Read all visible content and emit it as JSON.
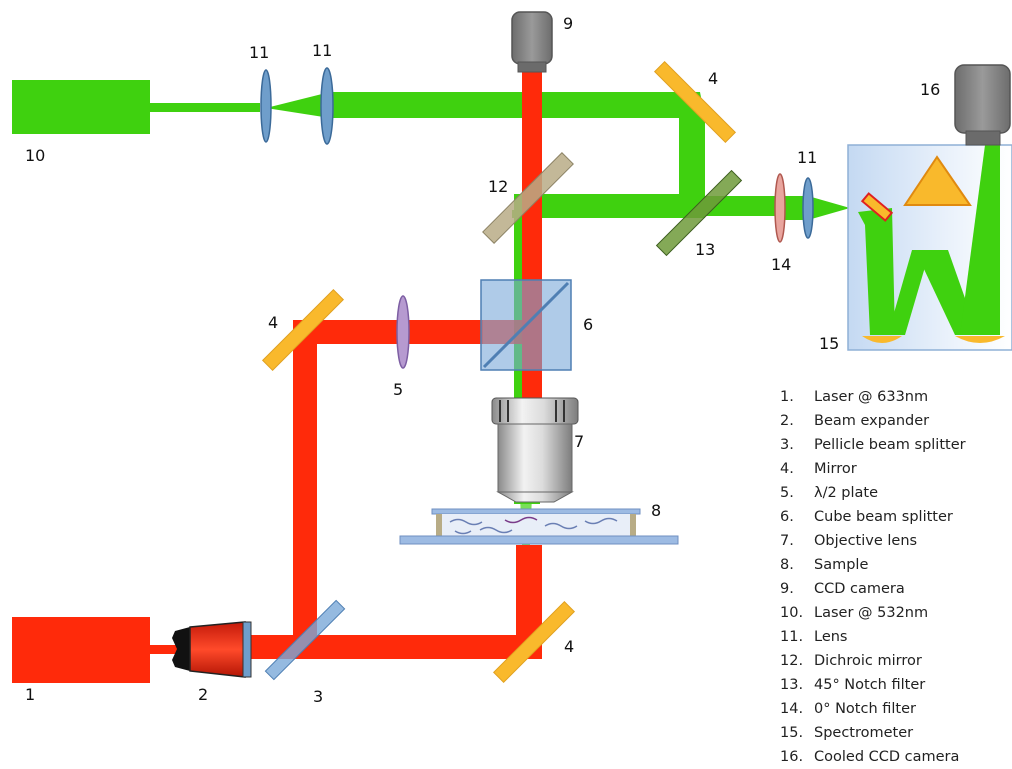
{
  "diagram": {
    "component_numbers": {
      "laser_633": "1",
      "beam_expander": "2",
      "pellicle_beam_splitter": "3",
      "mirror_upper_left": "4",
      "mirror_top_right": "4",
      "mirror_bottom_right": "4",
      "half_wave_plate": "5",
      "cube_beam_splitter": "6",
      "objective_lens": "7",
      "sample": "8",
      "ccd_camera": "9",
      "laser_532": "10",
      "lens_a": "11",
      "lens_b": "11",
      "lens_c": "11",
      "dichroic_mirror": "12",
      "notch_45": "13",
      "notch_0": "14",
      "spectrometer": "15",
      "cooled_ccd": "16"
    },
    "colors": {
      "red_beam": "#ff2a0a",
      "green_beam": "#3fd10f",
      "mirror": "#f9b92c",
      "camera": "#808080",
      "lens": "#6f9ecb",
      "cube": "#7aa9d8",
      "spectrometer_bg": "#dce9f8"
    }
  },
  "legend": [
    {
      "num": "1.",
      "text": "Laser @ 633nm"
    },
    {
      "num": "2.",
      "text": "Beam expander"
    },
    {
      "num": "3.",
      "text": "Pellicle beam splitter"
    },
    {
      "num": "4.",
      "text": "Mirror"
    },
    {
      "num": "5.",
      "text": "λ/2 plate"
    },
    {
      "num": "6.",
      "text": "Cube beam splitter"
    },
    {
      "num": "7.",
      "text": "Objective lens"
    },
    {
      "num": "8.",
      "text": "Sample"
    },
    {
      "num": "9.",
      "text": "CCD camera"
    },
    {
      "num": "10.",
      "text": "Laser @ 532nm"
    },
    {
      "num": "11.",
      "text": "Lens"
    },
    {
      "num": "12.",
      "text": "Dichroic mirror"
    },
    {
      "num": "13.",
      "text": "45° Notch filter"
    },
    {
      "num": "14.",
      "text": "0° Notch filter"
    },
    {
      "num": "15.",
      "text": "Spectrometer"
    },
    {
      "num": "16.",
      "text": "Cooled CCD camera"
    }
  ]
}
